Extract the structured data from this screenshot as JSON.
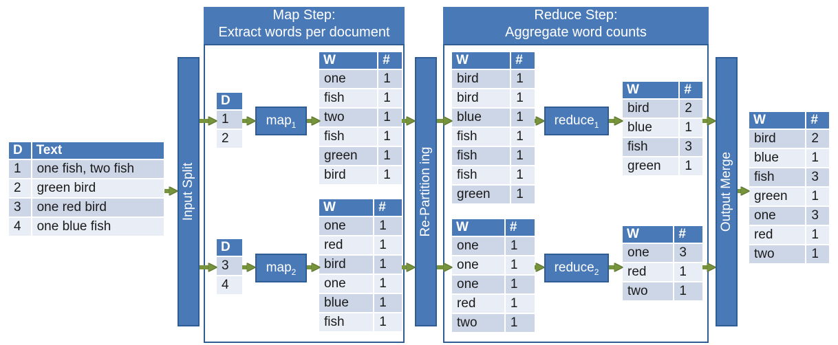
{
  "labels": {
    "input_split": "Input Split",
    "repartitioning": "Re-Partition ing",
    "output_merge": "Output Merge",
    "map_step_title": "Map Step:",
    "map_step_subtitle": "Extract words per document",
    "reduce_step_title": "Reduce Step:",
    "reduce_step_subtitle": "Aggregate word counts",
    "map": "map",
    "reduce": "reduce",
    "sub1": "1",
    "sub2": "2"
  },
  "input_table": {
    "headers": [
      "D",
      "Text"
    ],
    "rows": [
      [
        "1",
        "one fish, two fish"
      ],
      [
        "2",
        "green bird"
      ],
      [
        "3",
        "one red bird"
      ],
      [
        "4",
        "one blue fish"
      ]
    ]
  },
  "split1": {
    "header": "D",
    "rows": [
      "1",
      "2"
    ]
  },
  "split2": {
    "header": "D",
    "rows": [
      "3",
      "4"
    ]
  },
  "map1_out": {
    "headers": [
      "W",
      "#"
    ],
    "rows": [
      [
        "one",
        "1"
      ],
      [
        "fish",
        "1"
      ],
      [
        "two",
        "1"
      ],
      [
        "fish",
        "1"
      ],
      [
        "green",
        "1"
      ],
      [
        "bird",
        "1"
      ]
    ]
  },
  "map2_out": {
    "headers": [
      "W",
      "#"
    ],
    "rows": [
      [
        "one",
        "1"
      ],
      [
        "red",
        "1"
      ],
      [
        "bird",
        "1"
      ],
      [
        "one",
        "1"
      ],
      [
        "blue",
        "1"
      ],
      [
        "fish",
        "1"
      ]
    ]
  },
  "part1": {
    "headers": [
      "W",
      "#"
    ],
    "rows": [
      [
        "bird",
        "1"
      ],
      [
        "bird",
        "1"
      ],
      [
        "blue",
        "1"
      ],
      [
        "fish",
        "1"
      ],
      [
        "fish",
        "1"
      ],
      [
        "fish",
        "1"
      ],
      [
        "green",
        "1"
      ]
    ]
  },
  "part2": {
    "headers": [
      "W",
      "#"
    ],
    "rows": [
      [
        "one",
        "1"
      ],
      [
        "one",
        "1"
      ],
      [
        "one",
        "1"
      ],
      [
        "red",
        "1"
      ],
      [
        "two",
        "1"
      ]
    ]
  },
  "reduce1_out": {
    "headers": [
      "W",
      "#"
    ],
    "rows": [
      [
        "bird",
        "2"
      ],
      [
        "blue",
        "1"
      ],
      [
        "fish",
        "3"
      ],
      [
        "green",
        "1"
      ]
    ]
  },
  "reduce2_out": {
    "headers": [
      "W",
      "#"
    ],
    "rows": [
      [
        "one",
        "3"
      ],
      [
        "red",
        "1"
      ],
      [
        "two",
        "1"
      ]
    ]
  },
  "final": {
    "headers": [
      "W",
      "#"
    ],
    "rows": [
      [
        "bird",
        "2"
      ],
      [
        "blue",
        "1"
      ],
      [
        "fish",
        "3"
      ],
      [
        "green",
        "1"
      ],
      [
        "one",
        "3"
      ],
      [
        "red",
        "1"
      ],
      [
        "two",
        "1"
      ]
    ]
  },
  "colors": {
    "bar": "#4a79b8",
    "border": "#2f5d93",
    "arrow": "#77933c",
    "row_dark": "#cdd6e6",
    "row_light": "#e9edf5"
  }
}
